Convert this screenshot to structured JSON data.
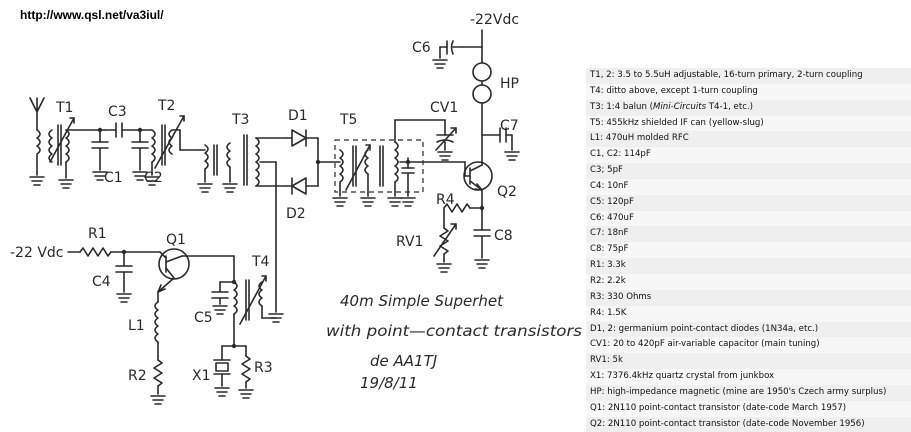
{
  "url": "http://www.qsl.net/va3iul/",
  "schematic": {
    "supply_top": "-22Vdc",
    "supply_left": "-22 Vdc",
    "labels": {
      "C6": "C6",
      "HP": "HP",
      "CV1": "CV1",
      "C7": "C7",
      "T1": "T1",
      "C3": "C3",
      "T2": "T2",
      "T3": "T3",
      "D1": "D1",
      "D2": "D2",
      "T5": "T5",
      "C1": "C1",
      "C2": "C2",
      "Q2": "Q2",
      "R4": "R4",
      "RV1": "RV1",
      "C8": "C8",
      "R1": "R1",
      "Q1": "Q1",
      "C4": "C4",
      "T4": "T4",
      "L1": "L1",
      "C5": "C5",
      "R2": "R2",
      "X1": "X1",
      "R3": "R3"
    },
    "title_line1": "40m Simple Superhet",
    "title_line2": "with point—contact transistors",
    "author": "de AA1TJ",
    "date": "19/8/11"
  },
  "legend": [
    {
      "pre": "T1, 2: 3.5 to 5.5uH adjustable, 16-turn primary, 2-turn coupling",
      "em": "",
      "post": ""
    },
    {
      "pre": "T4: ditto above, except 1-turn coupling",
      "em": "",
      "post": ""
    },
    {
      "pre": "T3: 1:4 balun (",
      "em": "Mini-Circuits",
      "post": " T4-1, etc.)"
    },
    {
      "pre": "T5: 455kHz shielded IF can (yellow-slug)",
      "em": "",
      "post": ""
    },
    {
      "pre": "L1: 470uH molded RFC",
      "em": "",
      "post": ""
    },
    {
      "pre": "C1, C2: 114pF",
      "em": "",
      "post": ""
    },
    {
      "pre": "C3; 5pF",
      "em": "",
      "post": ""
    },
    {
      "pre": "C4: 10nF",
      "em": "",
      "post": ""
    },
    {
      "pre": "C5: 120pF",
      "em": "",
      "post": ""
    },
    {
      "pre": "C6: 470uF",
      "em": "",
      "post": ""
    },
    {
      "pre": "C7: 18nF",
      "em": "",
      "post": ""
    },
    {
      "pre": "C8: 75pF",
      "em": "",
      "post": ""
    },
    {
      "pre": "R1: 3.3k",
      "em": "",
      "post": ""
    },
    {
      "pre": "R2: 2.2k",
      "em": "",
      "post": ""
    },
    {
      "pre": "R3: 330 Ohms",
      "em": "",
      "post": ""
    },
    {
      "pre": "R4: 1.5K",
      "em": "",
      "post": ""
    },
    {
      "pre": "D1, 2: germanium point-contact diodes (1N34a, etc.)",
      "em": "",
      "post": ""
    },
    {
      "pre": "CV1: 20 to 420pF air-variable capacitor (main tuning)",
      "em": "",
      "post": ""
    },
    {
      "pre": "RV1: 5k",
      "em": "",
      "post": ""
    },
    {
      "pre": "X1: 7376.4kHz quartz crystal from junkbox",
      "em": "",
      "post": ""
    },
    {
      "pre": "HP: high-impedance magnetic (mine are 1950's Czech army surplus)",
      "em": "",
      "post": ""
    },
    {
      "pre": "Q1: 2N110 point-contact transistor (date-code March 1957)",
      "em": "",
      "post": ""
    },
    {
      "pre": "Q2: 2N110 point-contact transistor (date-code November 1956)",
      "em": "",
      "post": ""
    }
  ]
}
